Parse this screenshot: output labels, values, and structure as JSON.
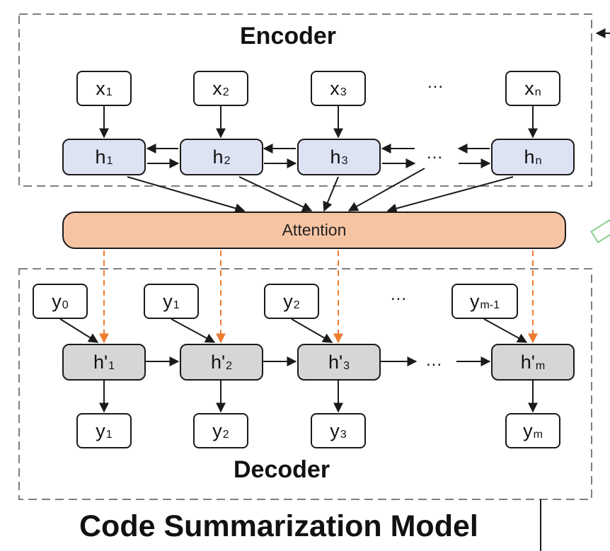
{
  "encoder": {
    "title": "Encoder",
    "inputs": [
      {
        "base": "x",
        "sub": "1"
      },
      {
        "base": "x",
        "sub": "2"
      },
      {
        "base": "x",
        "sub": "3"
      },
      {
        "base": "x",
        "sub": "n"
      }
    ],
    "hidden": [
      {
        "base": "h",
        "sub": "1"
      },
      {
        "base": "h",
        "sub": "2"
      },
      {
        "base": "h",
        "sub": "3"
      },
      {
        "base": "h",
        "sub": "n"
      }
    ],
    "ellipsis": "...",
    "hidden_ellipsis": "..."
  },
  "attention": {
    "label": "Attention"
  },
  "decoder": {
    "title": "Decoder",
    "prev_outputs": [
      {
        "base": "y",
        "sub": "0"
      },
      {
        "base": "y",
        "sub": "1"
      },
      {
        "base": "y",
        "sub": "2"
      },
      {
        "base": "y",
        "sub": "m-1"
      }
    ],
    "hidden": [
      {
        "base": "h'",
        "sub": "1"
      },
      {
        "base": "h'",
        "sub": "2"
      },
      {
        "base": "h'",
        "sub": "3"
      },
      {
        "base": "h'",
        "sub": "m"
      }
    ],
    "outputs": [
      {
        "base": "y",
        "sub": "1"
      },
      {
        "base": "y",
        "sub": "2"
      },
      {
        "base": "y",
        "sub": "3"
      },
      {
        "base": "y",
        "sub": "m"
      }
    ],
    "ellipsis": "...",
    "hidden_ellipsis": "..."
  },
  "model_title": "Code Summarization Model",
  "colors": {
    "encoder_hidden_fill": "#dde3f3",
    "decoder_hidden_fill": "#d6d6d6",
    "attention_fill": "#f7c4a3",
    "attention_arrow": "#ed7d31",
    "stroke": "#1a1a1a",
    "dashed_border": "#7f7f7f",
    "side_shape": "#8ccf8c"
  }
}
